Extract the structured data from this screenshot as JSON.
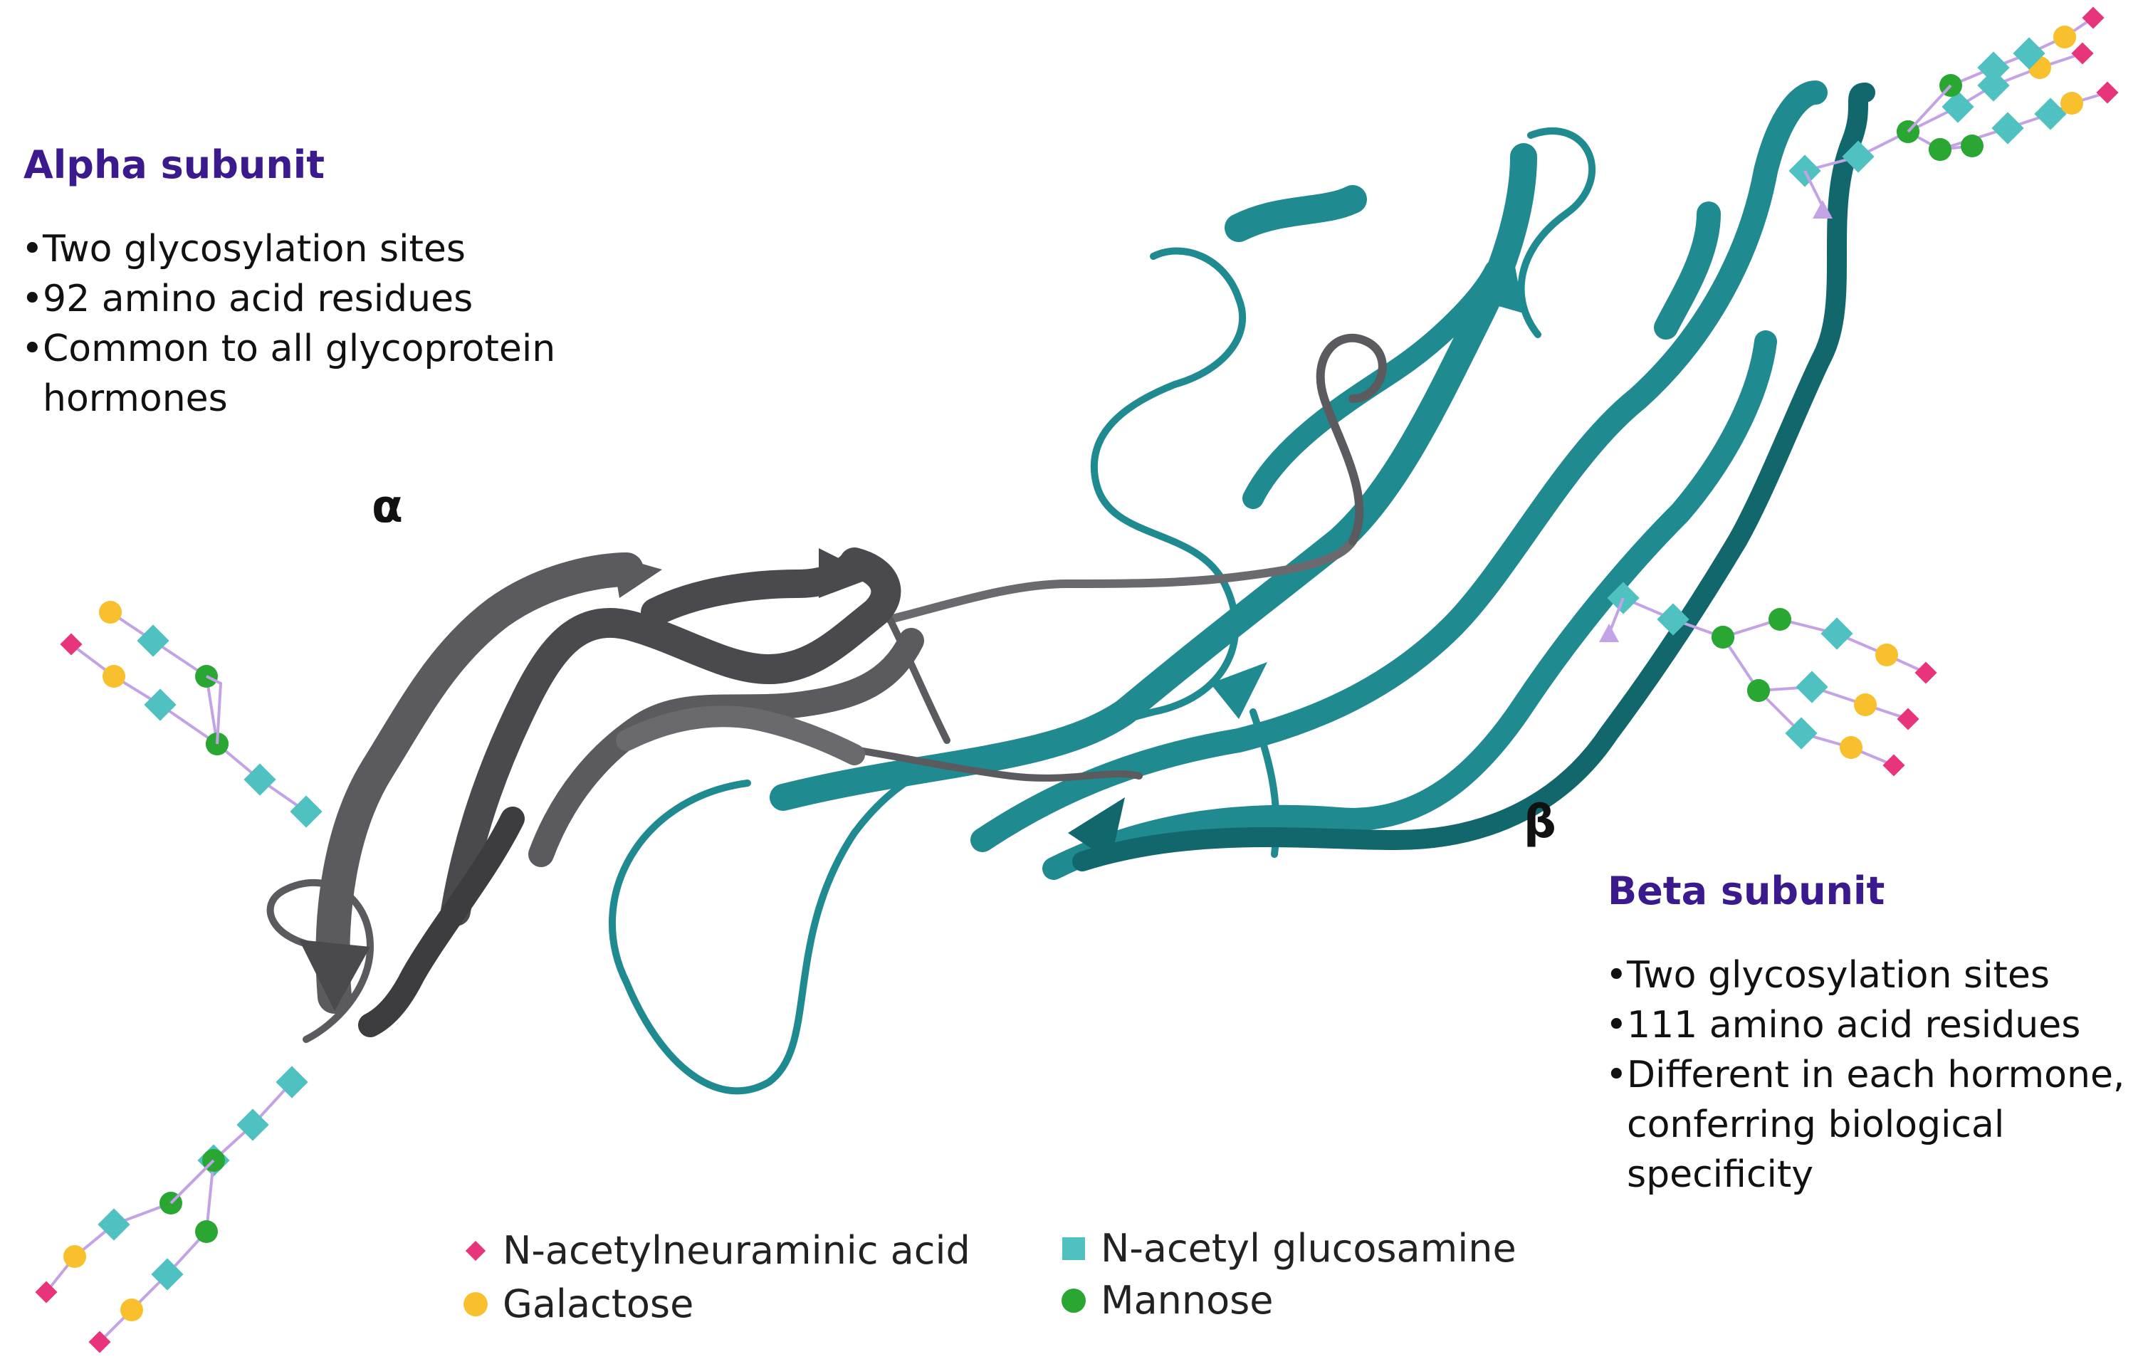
{
  "colors": {
    "alpha_ribbon": "#5b5b5f",
    "alpha_ribbon_dark": "#3d3d40",
    "beta_ribbon": "#1f8a90",
    "beta_ribbon_dark": "#12676c",
    "heading": "#3a1a8c",
    "sialic": "#e8347a",
    "galactose": "#f7c02c",
    "glcnac": "#4fc1c0",
    "mannose": "#2aa632",
    "linker": "#c3a2e6",
    "fucose": "#c3a2e6"
  },
  "alpha": {
    "heading": "Alpha subunit",
    "bullets": [
      "Two glycosylation sites",
      "92 amino acid residues",
      "Common to all glycoprotein hormones"
    ],
    "symbol": "α"
  },
  "beta": {
    "heading": "Beta subunit",
    "bullets": [
      "Two glycosylation sites",
      "111 amino acid residues",
      "Different in each hormone, conferring biological specificity"
    ],
    "symbol": "β"
  },
  "legend": [
    {
      "label": "N-acetylneuraminic acid",
      "icon": "magenta-diamond-icon",
      "color": "#e8347a"
    },
    {
      "label": "N-acetyl glucosamine",
      "icon": "teal-square-icon",
      "color": "#4fc1c0"
    },
    {
      "label": "Galactose",
      "icon": "yellow-circle-icon",
      "color": "#f7c02c"
    },
    {
      "label": "Mannose",
      "icon": "green-circle-icon",
      "color": "#2aa632"
    }
  ]
}
